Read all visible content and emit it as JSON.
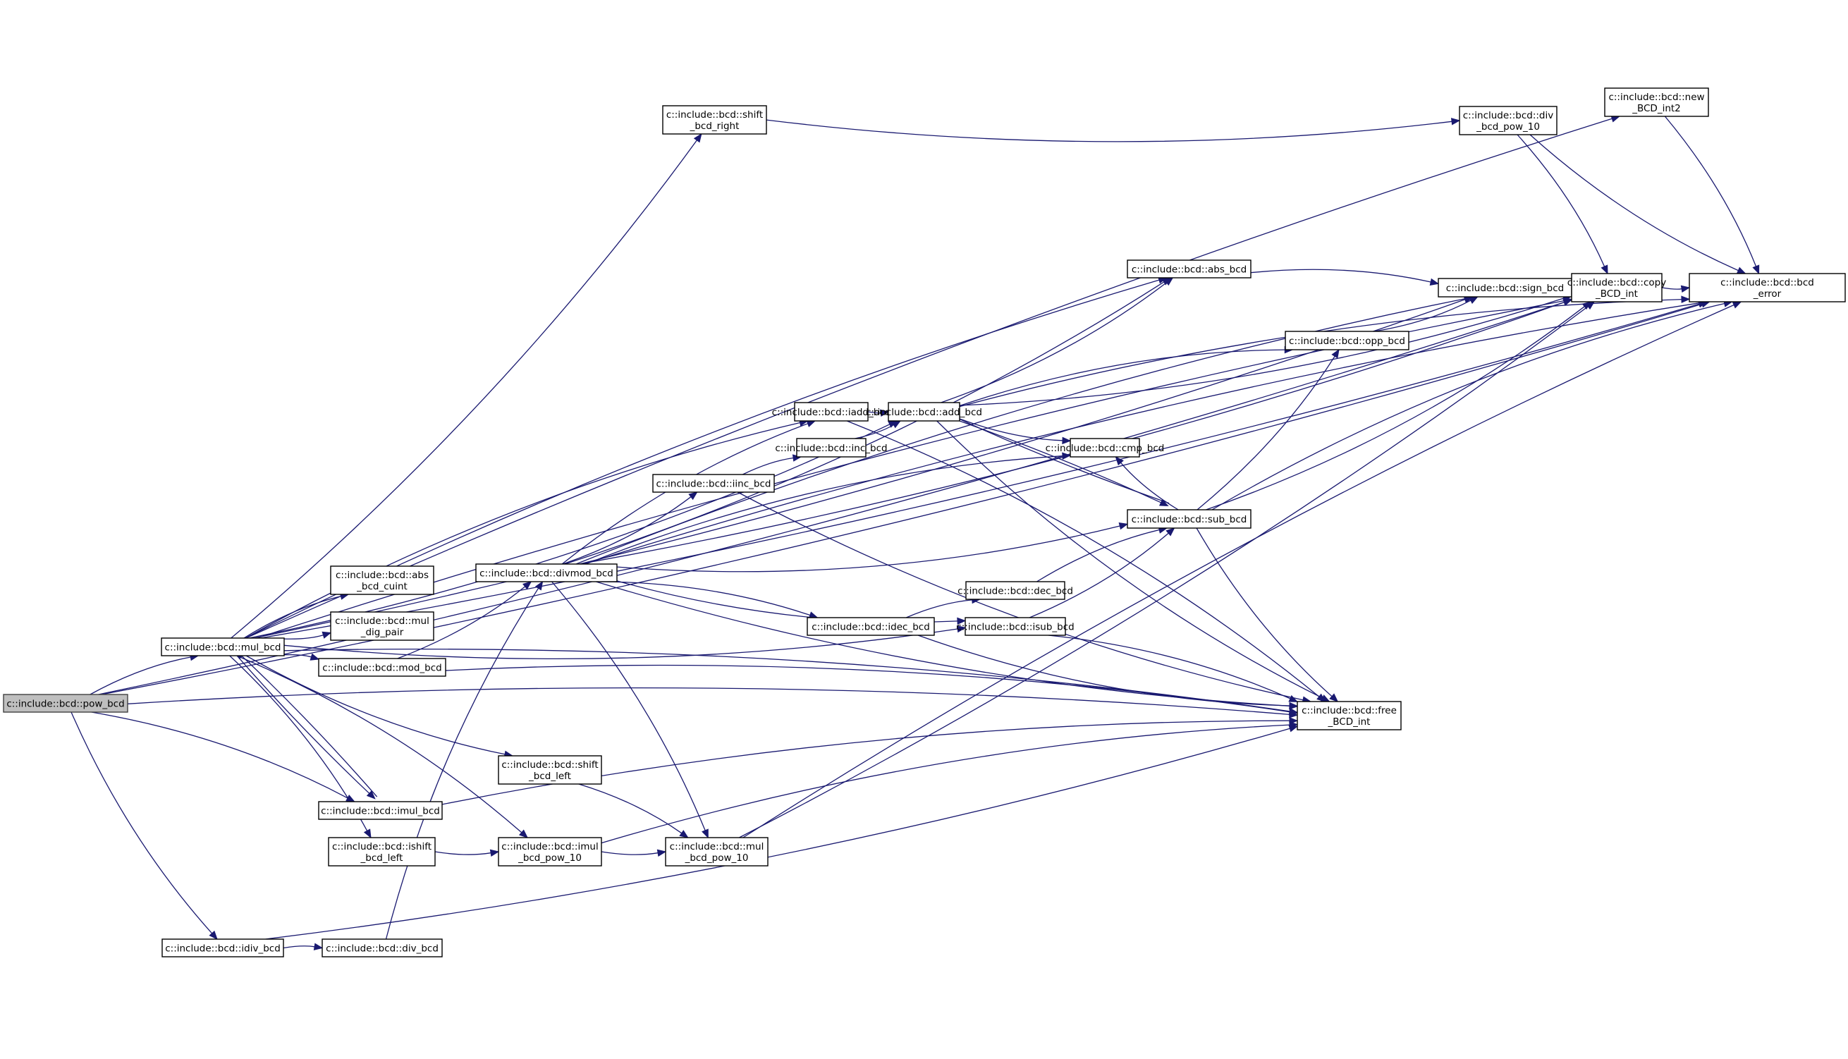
{
  "graph": {
    "type": "call-graph",
    "root": "pow_bcd",
    "nodes": [
      {
        "id": "pow_bcd",
        "lines": [
          "c::include::bcd::pow_bcd"
        ],
        "root": true
      },
      {
        "id": "mul_bcd",
        "lines": [
          "c::include::bcd::mul_bcd"
        ]
      },
      {
        "id": "abs_bcd_cuint",
        "lines": [
          "c::include::bcd::abs",
          "_bcd_cuint"
        ]
      },
      {
        "id": "mul_dig_pair",
        "lines": [
          "c::include::bcd::mul",
          "_dig_pair"
        ]
      },
      {
        "id": "mod_bcd",
        "lines": [
          "c::include::bcd::mod_bcd"
        ]
      },
      {
        "id": "imul_bcd",
        "lines": [
          "c::include::bcd::imul_bcd"
        ]
      },
      {
        "id": "ishift_bcd_left",
        "lines": [
          "c::include::bcd::ishift",
          "_bcd_left"
        ]
      },
      {
        "id": "idiv_bcd",
        "lines": [
          "c::include::bcd::idiv_bcd"
        ]
      },
      {
        "id": "div_bcd",
        "lines": [
          "c::include::bcd::div_bcd"
        ]
      },
      {
        "id": "divmod_bcd",
        "lines": [
          "c::include::bcd::divmod_bcd"
        ]
      },
      {
        "id": "shift_bcd_right",
        "lines": [
          "c::include::bcd::shift",
          "_bcd_right"
        ]
      },
      {
        "id": "shift_bcd_left",
        "lines": [
          "c::include::bcd::shift",
          "_bcd_left"
        ]
      },
      {
        "id": "imul_bcd_pow_10",
        "lines": [
          "c::include::bcd::imul",
          "_bcd_pow_10"
        ]
      },
      {
        "id": "mul_bcd_pow_10",
        "lines": [
          "c::include::bcd::mul",
          "_bcd_pow_10"
        ]
      },
      {
        "id": "iadd_bcd",
        "lines": [
          "c::include::bcd::iadd_bcd"
        ]
      },
      {
        "id": "inc_bcd",
        "lines": [
          "c::include::bcd::inc_bcd"
        ]
      },
      {
        "id": "iinc_bcd",
        "lines": [
          "c::include::bcd::iinc_bcd"
        ]
      },
      {
        "id": "idec_bcd",
        "lines": [
          "c::include::bcd::idec_bcd"
        ]
      },
      {
        "id": "dec_bcd",
        "lines": [
          "c::include::bcd::dec_bcd"
        ]
      },
      {
        "id": "isub_bcd",
        "lines": [
          "c::include::bcd::isub_bcd"
        ]
      },
      {
        "id": "add_bcd",
        "lines": [
          "c::include::bcd::add_bcd"
        ]
      },
      {
        "id": "cmp_bcd",
        "lines": [
          "c::include::bcd::cmp_bcd"
        ]
      },
      {
        "id": "sub_bcd",
        "lines": [
          "c::include::bcd::sub_bcd"
        ]
      },
      {
        "id": "abs_bcd",
        "lines": [
          "c::include::bcd::abs_bcd"
        ]
      },
      {
        "id": "opp_bcd",
        "lines": [
          "c::include::bcd::opp_bcd"
        ]
      },
      {
        "id": "sign_bcd",
        "lines": [
          "c::include::bcd::sign_bcd"
        ]
      },
      {
        "id": "copy_BCD_int",
        "lines": [
          "c::include::bcd::copy",
          "_BCD_int"
        ]
      },
      {
        "id": "bcd_error",
        "lines": [
          "c::include::bcd::bcd",
          "_error"
        ]
      },
      {
        "id": "div_bcd_pow_10",
        "lines": [
          "c::include::bcd::div",
          "_bcd_pow_10"
        ]
      },
      {
        "id": "new_BCD_int2",
        "lines": [
          "c::include::bcd::new",
          "_BCD_int2"
        ]
      },
      {
        "id": "free_BCD_int",
        "lines": [
          "c::include::bcd::free",
          "_BCD_int"
        ]
      }
    ],
    "edges": [
      [
        "pow_bcd",
        "mul_bcd"
      ],
      [
        "pow_bcd",
        "bcd_error"
      ],
      [
        "pow_bcd",
        "imul_bcd"
      ],
      [
        "pow_bcd",
        "idiv_bcd"
      ],
      [
        "pow_bcd",
        "free_BCD_int"
      ],
      [
        "pow_bcd",
        "copy_BCD_int"
      ],
      [
        "mul_bcd",
        "abs_bcd_cuint"
      ],
      [
        "mul_bcd",
        "mul_dig_pair"
      ],
      [
        "mul_bcd",
        "mod_bcd"
      ],
      [
        "mul_bcd",
        "imul_bcd"
      ],
      [
        "mul_bcd",
        "ishift_bcd_left"
      ],
      [
        "mul_bcd",
        "shift_bcd_left"
      ],
      [
        "mul_bcd",
        "imul_bcd_pow_10"
      ],
      [
        "mul_bcd",
        "shift_bcd_right"
      ],
      [
        "mul_bcd",
        "new_BCD_int2"
      ],
      [
        "mul_bcd",
        "bcd_error"
      ],
      [
        "mul_bcd",
        "copy_BCD_int"
      ],
      [
        "mul_bcd",
        "sign_bcd"
      ],
      [
        "mul_bcd",
        "abs_bcd"
      ],
      [
        "mul_bcd",
        "add_bcd"
      ],
      [
        "mul_bcd",
        "iadd_bcd"
      ],
      [
        "mul_bcd",
        "isub_bcd"
      ],
      [
        "mul_bcd",
        "free_BCD_int"
      ],
      [
        "imul_bcd",
        "mul_bcd"
      ],
      [
        "imul_bcd",
        "free_BCD_int"
      ],
      [
        "mod_bcd",
        "divmod_bcd"
      ],
      [
        "mod_bcd",
        "free_BCD_int"
      ],
      [
        "ishift_bcd_left",
        "imul_bcd_pow_10"
      ],
      [
        "idiv_bcd",
        "div_bcd"
      ],
      [
        "idiv_bcd",
        "free_BCD_int"
      ],
      [
        "div_bcd",
        "divmod_bcd"
      ],
      [
        "shift_bcd_right",
        "div_bcd_pow_10"
      ],
      [
        "shift_bcd_left",
        "mul_bcd_pow_10"
      ],
      [
        "imul_bcd_pow_10",
        "mul_bcd_pow_10"
      ],
      [
        "imul_bcd_pow_10",
        "free_BCD_int"
      ],
      [
        "mul_bcd_pow_10",
        "copy_BCD_int"
      ],
      [
        "mul_bcd_pow_10",
        "bcd_error"
      ],
      [
        "divmod_bcd",
        "abs_bcd"
      ],
      [
        "divmod_bcd",
        "sign_bcd"
      ],
      [
        "divmod_bcd",
        "copy_BCD_int"
      ],
      [
        "divmod_bcd",
        "iadd_bcd"
      ],
      [
        "divmod_bcd",
        "iinc_bcd"
      ],
      [
        "divmod_bcd",
        "cmp_bcd"
      ],
      [
        "divmod_bcd",
        "sub_bcd"
      ],
      [
        "divmod_bcd",
        "idec_bcd"
      ],
      [
        "divmod_bcd",
        "isub_bcd"
      ],
      [
        "divmod_bcd",
        "mul_bcd_pow_10"
      ],
      [
        "divmod_bcd",
        "free_BCD_int"
      ],
      [
        "divmod_bcd",
        "bcd_error"
      ],
      [
        "iadd_bcd",
        "add_bcd"
      ],
      [
        "iadd_bcd",
        "free_BCD_int"
      ],
      [
        "inc_bcd",
        "add_bcd"
      ],
      [
        "iinc_bcd",
        "inc_bcd"
      ],
      [
        "iinc_bcd",
        "free_BCD_int"
      ],
      [
        "idec_bcd",
        "dec_bcd"
      ],
      [
        "idec_bcd",
        "free_BCD_int"
      ],
      [
        "dec_bcd",
        "sub_bcd"
      ],
      [
        "isub_bcd",
        "sub_bcd"
      ],
      [
        "isub_bcd",
        "free_BCD_int"
      ],
      [
        "add_bcd",
        "abs_bcd"
      ],
      [
        "add_bcd",
        "opp_bcd"
      ],
      [
        "add_bcd",
        "copy_BCD_int"
      ],
      [
        "add_bcd",
        "bcd_error"
      ],
      [
        "add_bcd",
        "cmp_bcd"
      ],
      [
        "add_bcd",
        "sub_bcd"
      ],
      [
        "add_bcd",
        "free_BCD_int"
      ],
      [
        "sub_bcd",
        "add_bcd"
      ],
      [
        "sub_bcd",
        "opp_bcd"
      ],
      [
        "sub_bcd",
        "cmp_bcd"
      ],
      [
        "sub_bcd",
        "copy_BCD_int"
      ],
      [
        "sub_bcd",
        "bcd_error"
      ],
      [
        "sub_bcd",
        "free_BCD_int"
      ],
      [
        "abs_bcd",
        "sign_bcd"
      ],
      [
        "opp_bcd",
        "sign_bcd"
      ],
      [
        "sign_bcd",
        "copy_BCD_int"
      ],
      [
        "copy_BCD_int",
        "bcd_error"
      ],
      [
        "div_bcd_pow_10",
        "copy_BCD_int"
      ],
      [
        "div_bcd_pow_10",
        "bcd_error"
      ],
      [
        "new_BCD_int2",
        "bcd_error"
      ]
    ]
  }
}
